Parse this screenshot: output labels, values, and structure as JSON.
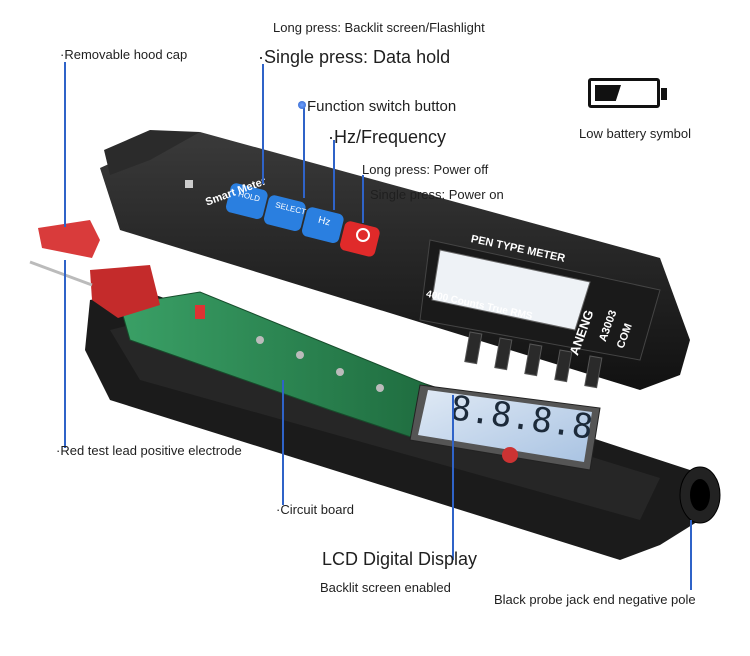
{
  "callouts": {
    "long_press_backlit": "Long press: Backlit screen/Flashlight",
    "removable_cap": "·Removable hood cap",
    "single_press_hold": "·Single press: Data hold",
    "function_switch": "Function switch button",
    "hz_frequency": "·Hz/Frequency",
    "long_press_power_off": "Long press: Power off",
    "single_press_power_on": "Single press: Power on",
    "low_battery": "Low battery symbol",
    "red_lead": "·Red test lead positive electrode",
    "circuit_board": "·Circuit board",
    "lcd_display": "LCD Digital Display",
    "backlit_enabled": "Backlit screen enabled",
    "black_probe": "Black probe jack end negative pole"
  },
  "device": {
    "side_label": "Smart Meter",
    "btn_hold": "HOLD",
    "btn_select": "SELECT",
    "btn_hz": "Hz",
    "title": "PEN TYPE METER",
    "counts": "4000 Counts True RMS",
    "brand": "ANENG",
    "model": "A3003",
    "com": "COM",
    "lcd_reading": "8.8.8.8"
  },
  "colors": {
    "accent_blue": "#2f63c8",
    "button_blue": "#2a7fe0",
    "power_red": "#e02a2a",
    "pcb_green": "#2f8a52",
    "body_black": "#1b1b1b"
  }
}
